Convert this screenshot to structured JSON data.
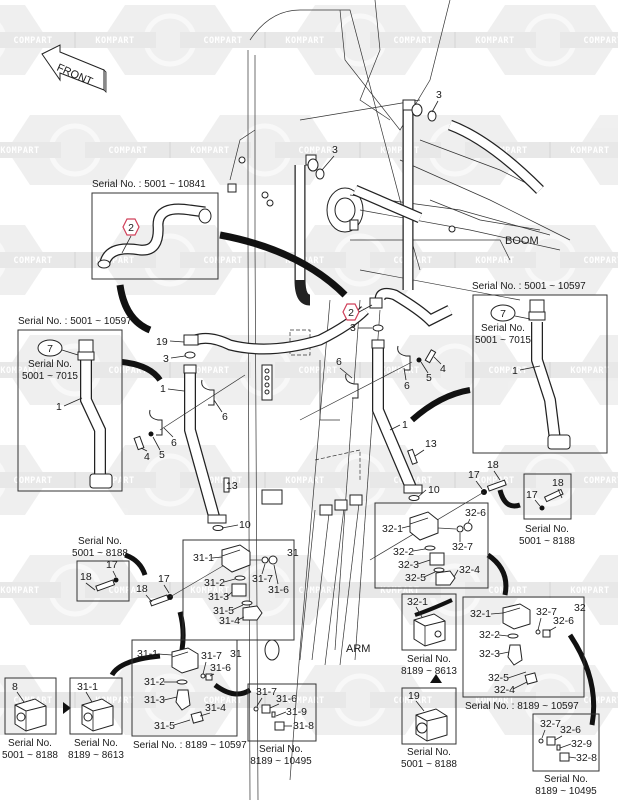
{
  "diagram": {
    "title_arrow": "FRONT",
    "section_labels": {
      "boom": "BOOM",
      "arm": "ARM"
    },
    "watermark": {
      "left": "KOMPART",
      "right": "COMPART",
      "color": "#d9d9d9"
    },
    "highlight_color": "#d0405a",
    "callouts": {
      "top_left_box": {
        "serial": "Serial No. : 5001 ~ 10841",
        "part": "2"
      },
      "left_pipe_box": {
        "serial": "Serial No. : 5001 ~ 10597",
        "circle_part": "7",
        "sub_serial_line1": "Serial No.",
        "sub_serial_line2": "5001 ~ 7015",
        "pipe_part": "1"
      },
      "right_pipe_box": {
        "serial": "Serial No. : 5001 ~ 10597",
        "circle_part": "7",
        "sub_serial_line1": "Serial No.",
        "sub_serial_line2": "5001 ~ 7015",
        "pipe_part": "1"
      },
      "bolt_box_left": {
        "serial_line1": "Serial No.",
        "serial_line2": "5001 ~ 8188",
        "parts": [
          "18",
          "17"
        ]
      },
      "bolt_box_right": {
        "serial_line1": "Serial No.",
        "serial_line2": "5001 ~ 8188",
        "parts": [
          "18",
          "17"
        ]
      },
      "block31_main": {
        "group": "31",
        "parts": [
          "31-1",
          "31-2",
          "31-3",
          "31-5",
          "31-4",
          "31-7",
          "31-6"
        ]
      },
      "block32_main": {
        "parts": [
          "32-1",
          "32-2",
          "32-3",
          "32-5",
          "32-4",
          "32-6",
          "32-7"
        ]
      },
      "bottom_left_8": {
        "part": "8",
        "serial_line1": "Serial No.",
        "serial_line2": "5001 ~ 8188"
      },
      "bottom_left_31_1": {
        "part": "31-1",
        "serial_line1": "Serial No.",
        "serial_line2": "8189 ~ 8613"
      },
      "bottom_mid_31": {
        "group": "31",
        "parts": [
          "31-1",
          "31-7",
          "31-6",
          "31-2",
          "31-3",
          "31-4",
          "31-5"
        ],
        "serial": "Serial No. : 8189 ~ 10597"
      },
      "bottom_31_small": {
        "parts": [
          "31-7",
          "31-6",
          "31-9",
          "31-8"
        ],
        "serial_line1": "Serial No.",
        "serial_line2": "8189 ~ 10495"
      },
      "right_32_1": {
        "part": "32-1",
        "serial_line1": "Serial No.",
        "serial_line2": "8189 ~ 8613"
      },
      "right_19": {
        "part": "19",
        "serial_line1": "Serial No.",
        "serial_line2": "5001 ~ 8188"
      },
      "right_32_main": {
        "group": "32",
        "parts": [
          "32-1",
          "32-7",
          "32-6",
          "32-2",
          "32-3",
          "32-5",
          "32-4"
        ],
        "serial": "Serial No. : 8189 ~ 10597"
      },
      "right_32_small": {
        "parts": [
          "32-7",
          "32-6",
          "32-9",
          "32-8"
        ],
        "serial_line1": "Serial No.",
        "serial_line2": "8189 ~ 10495"
      }
    },
    "main_labels": {
      "o_ring_top_right": "3",
      "o_ring_mid": "3",
      "hose_highlight": "2",
      "o_ring_right": "3",
      "fitting_left": "19",
      "o_ring_left": "3",
      "pipe_left": "1",
      "clamp_left_a": "6",
      "clamp_left_b": "6",
      "washer_left": "5",
      "bolt_left": "4",
      "bolt_left_13": "13",
      "washer_left_10": "10",
      "clamp_right_a": "6",
      "clamp_right_b": "6",
      "washer_right": "5",
      "bolt_right": "4",
      "pipe_right": "1",
      "bolt_right_13": "13",
      "washer_right_10": "10",
      "bolt_17_right": "17",
      "bolt_18_right": "18",
      "bolt_17_left": "17",
      "bolt_18_left": "18"
    }
  }
}
